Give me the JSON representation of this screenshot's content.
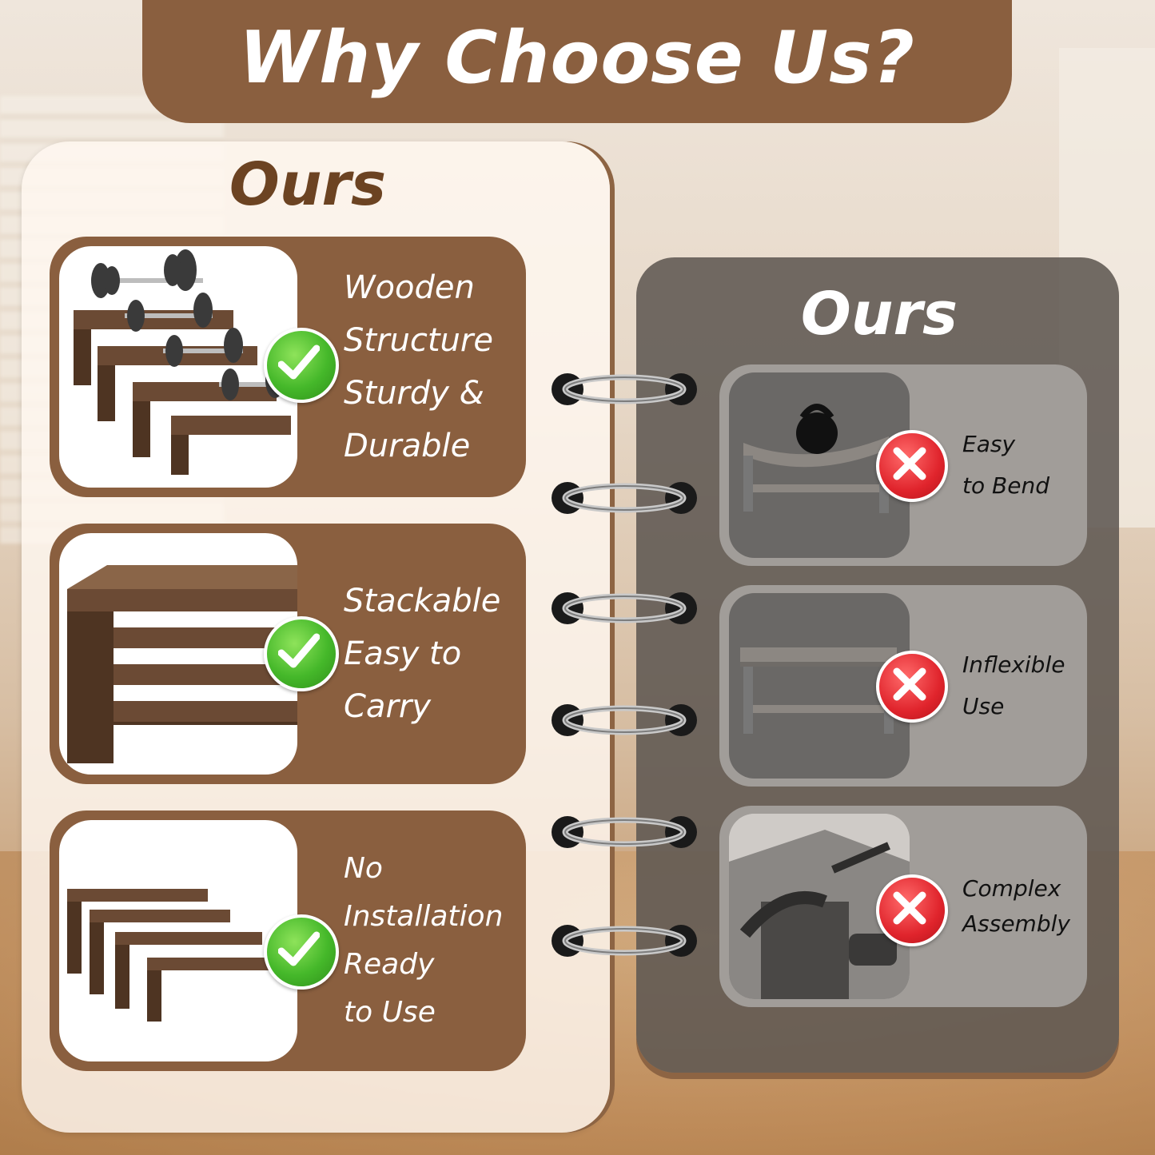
{
  "title": "Why Choose Us?",
  "left_panel": {
    "heading": "Ours",
    "items": [
      {
        "lines": [
          "Wooden",
          "Structure",
          "Sturdy &",
          "Durable"
        ],
        "status": "check"
      },
      {
        "lines": [
          "Stackable",
          "Easy to",
          "Carry"
        ],
        "status": "check"
      },
      {
        "lines": [
          "No",
          "Installation",
          "Ready",
          "to Use"
        ],
        "status": "check"
      }
    ]
  },
  "right_panel": {
    "heading": "Ours",
    "items": [
      {
        "lines": [
          "Easy",
          "to Bend"
        ],
        "status": "cross"
      },
      {
        "lines": [
          "Inflexible",
          "Use"
        ],
        "status": "cross"
      },
      {
        "lines": [
          "Complex",
          "Assembly"
        ],
        "status": "cross"
      }
    ]
  },
  "colors": {
    "brand_brown": "#8a5f3f",
    "heading_brown": "#6c4322",
    "check_green": "#45b82a",
    "cross_red": "#e0242c",
    "right_panel_gray": "#5f5852"
  },
  "icons": [
    "check-icon",
    "cross-icon",
    "binder-ring-icon"
  ]
}
